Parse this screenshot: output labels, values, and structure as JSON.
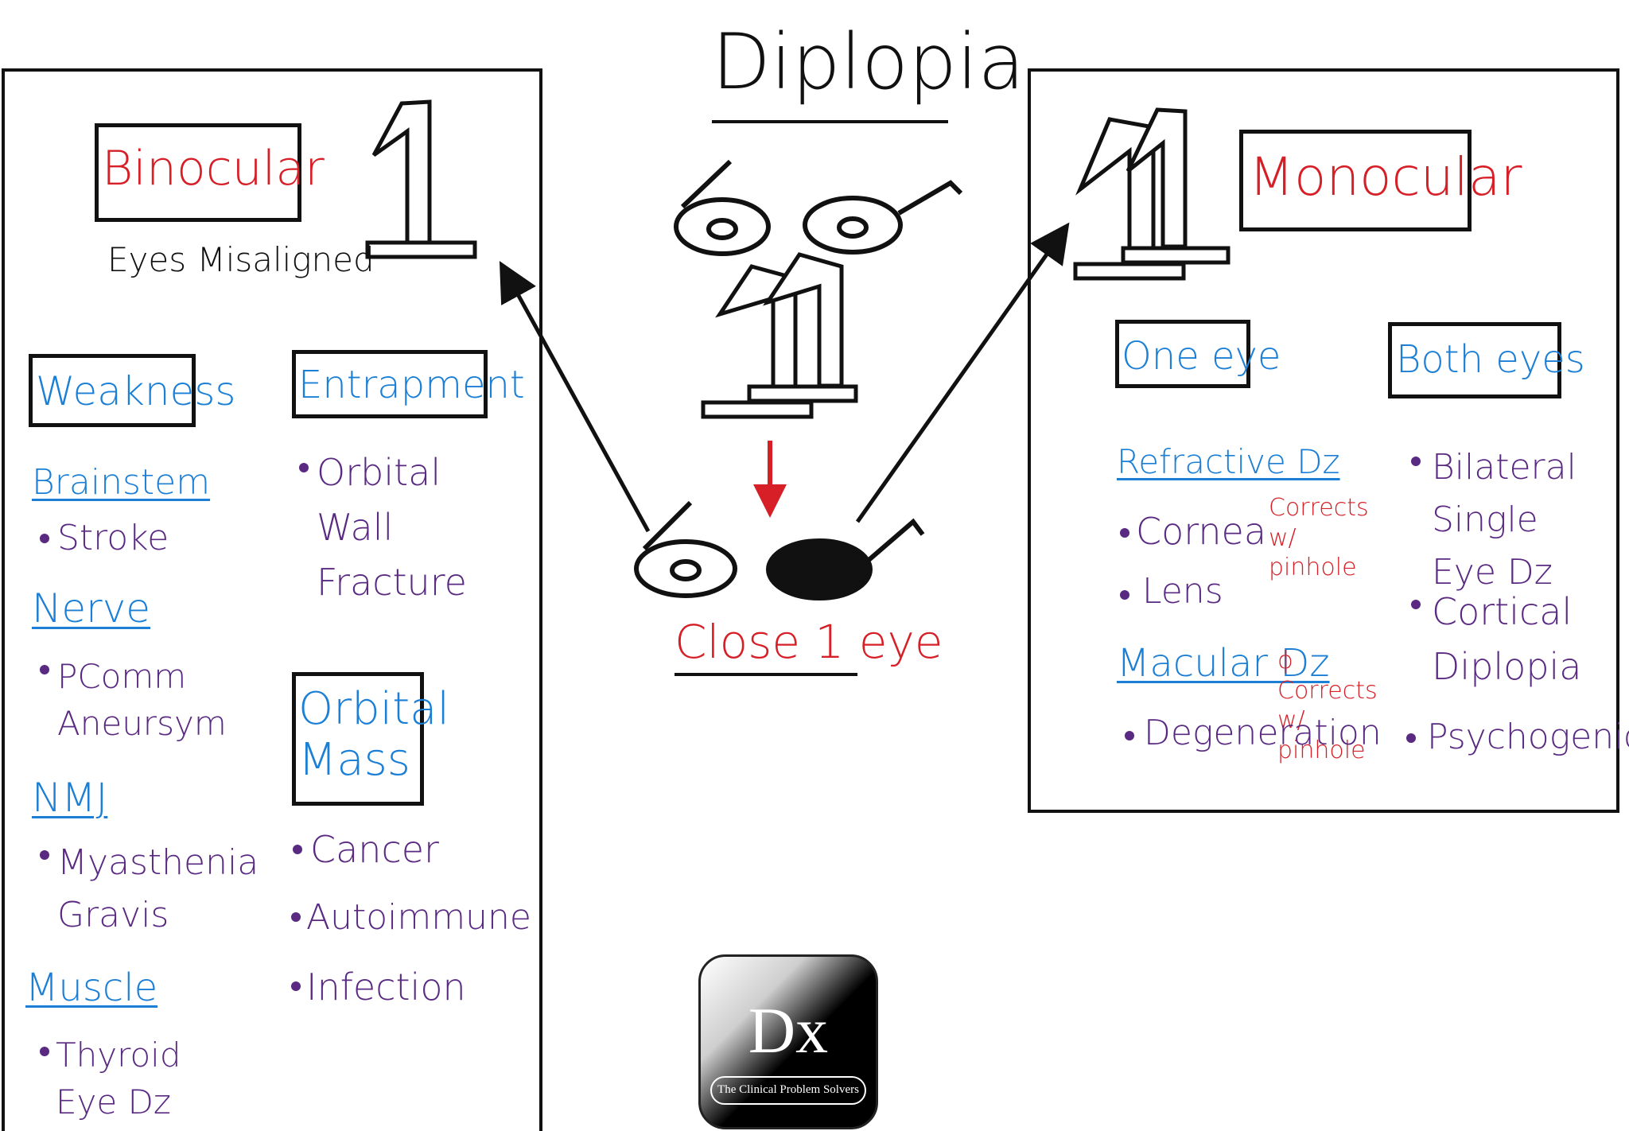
{
  "title": "Diplopia",
  "center": {
    "close_label": "Close 1 eye"
  },
  "binocular": {
    "heading": "Binocular",
    "subheading": "Eyes Misaligned",
    "weakness": {
      "heading": "Weakness",
      "brainstem": {
        "label": "Brainstem",
        "items": [
          "Stroke"
        ]
      },
      "nerve": {
        "label": "Nerve",
        "items": [
          "PComm Aneursym"
        ]
      },
      "nmj": {
        "label": "NMJ",
        "items": [
          "Myasthenia Gravis"
        ]
      },
      "muscle": {
        "label": "Muscle",
        "items": [
          "Thyroid Eye Dz"
        ]
      }
    },
    "entrapment": {
      "heading": "Entrapment",
      "items": [
        "Orbital Wall Fracture"
      ]
    },
    "orbital_mass": {
      "heading": "Orbital Mass",
      "items": [
        "Cancer",
        "Autoimmune",
        "Infection"
      ]
    }
  },
  "monocular": {
    "heading": "Monocular",
    "one_eye": {
      "heading": "One eye",
      "refractive": {
        "label": "Refractive Dz",
        "note": "Corrects w/ pinhole",
        "items": [
          "Cornea",
          "Lens"
        ]
      },
      "macular": {
        "label": "Macular Dz",
        "note": "ϕ Corrects w/ pinhole",
        "items": [
          "Degeneration"
        ]
      }
    },
    "both_eyes": {
      "heading": "Both eyes",
      "items": [
        "Bilateral Single Eye Dz",
        "Cortical Diplopia",
        "Psychogenic"
      ]
    }
  },
  "logo": {
    "mark": "Dx",
    "caption": "The Clinical Problem Solvers"
  },
  "colors": {
    "red": "#d61f26",
    "blue": "#1c7fd6",
    "purple": "#5a2a82",
    "ink": "#111111"
  }
}
